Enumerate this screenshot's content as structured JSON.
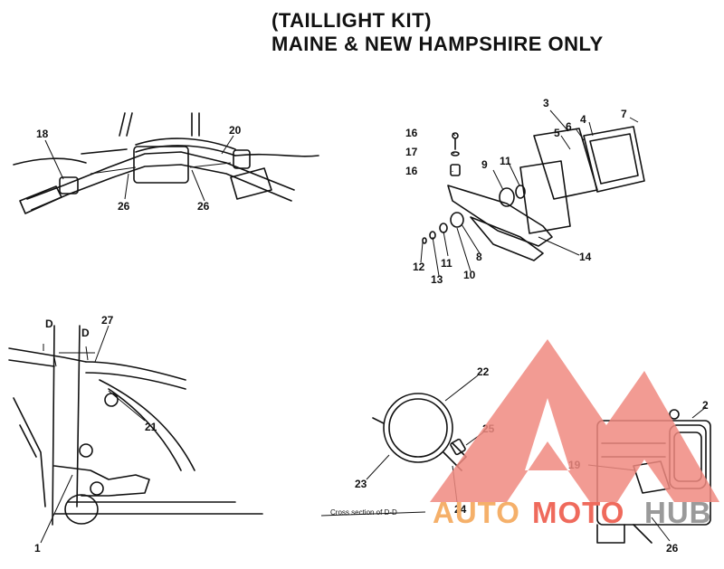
{
  "title": {
    "line1": "(TAILLIGHT KIT)",
    "line2": "MAINE & NEW HAMPSHIRE ONLY"
  },
  "callouts": {
    "handlebar": [
      "18",
      "20",
      "26",
      "26"
    ],
    "taillight": [
      "3",
      "7",
      "4",
      "6",
      "5",
      "16",
      "17",
      "16",
      "9",
      "11",
      "8",
      "11",
      "12",
      "13",
      "10",
      "14"
    ],
    "frame": [
      "27",
      "21",
      "1"
    ],
    "clamp": [
      "22",
      "25",
      "23",
      "24"
    ],
    "rear_view": [
      "2",
      "19",
      "26"
    ],
    "section_marks": [
      "D",
      "D"
    ]
  },
  "caption": "Cross section of D-D",
  "watermark": {
    "left": "AUTO",
    "middle": "MOTO",
    "right": "HUB",
    "colors": {
      "logo": "#f08a80",
      "text_orange": "#f5b06a",
      "text_red": "#ef6a5c",
      "text_gray": "#9a9a9a"
    }
  }
}
